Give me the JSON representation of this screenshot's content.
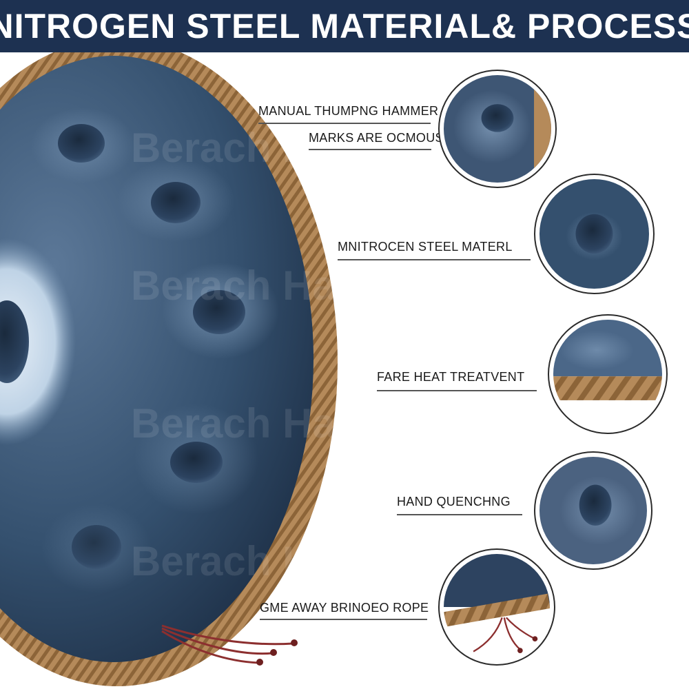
{
  "header": {
    "title": "NITROGEN STEEL MATERIAL& PROCESS"
  },
  "watermark": {
    "text": "Berach Handpan Drum"
  },
  "callouts": [
    {
      "line1": "MANUAL THUMPNG  HAMMER",
      "line2": "MARKS ARE OCMOUS"
    },
    {
      "label": "MNITROCEN STEEL MATERL"
    },
    {
      "label": "FARE HEAT TREATVENT"
    },
    {
      "label": "HAND QUENCHNG"
    },
    {
      "label": "GME AWAY BRINOEO ROPE"
    }
  ],
  "colors": {
    "header_bg": "#1d3151",
    "steel_dark": "#1c2c40",
    "steel_mid": "#3e5674",
    "rope": "#b58a5a",
    "cord": "#8c2f2f"
  },
  "icons": [
    "handpan-drum-image",
    "hammer-marks-detail",
    "steel-material-detail",
    "heat-treatment-detail",
    "quenching-detail",
    "rope-detail"
  ]
}
